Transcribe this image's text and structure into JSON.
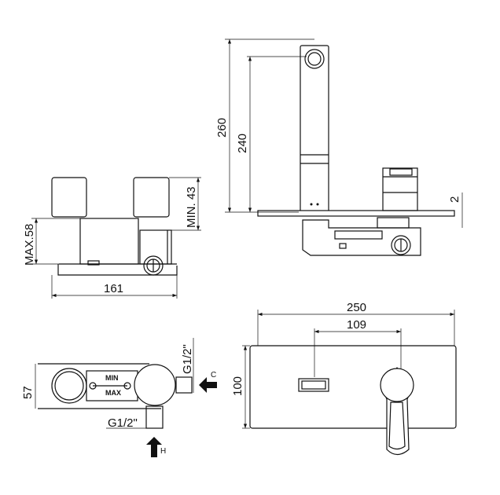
{
  "front_view": {
    "height_max": "MAX.58",
    "height_min": "MIN. 43",
    "width": "161"
  },
  "side_view": {
    "spout_height": "260",
    "spout_height_inner": "240",
    "plate_thickness": "2"
  },
  "top_view": {
    "depth": "57",
    "inlet_cold_size": "G1/2\"",
    "inlet_hot_size": "G1/2\"",
    "cold_label": "C",
    "hot_label": "H",
    "min_mark": "MIN",
    "max_mark": "MAX"
  },
  "plate_view": {
    "width": "250",
    "spacing": "109",
    "height": "100"
  }
}
